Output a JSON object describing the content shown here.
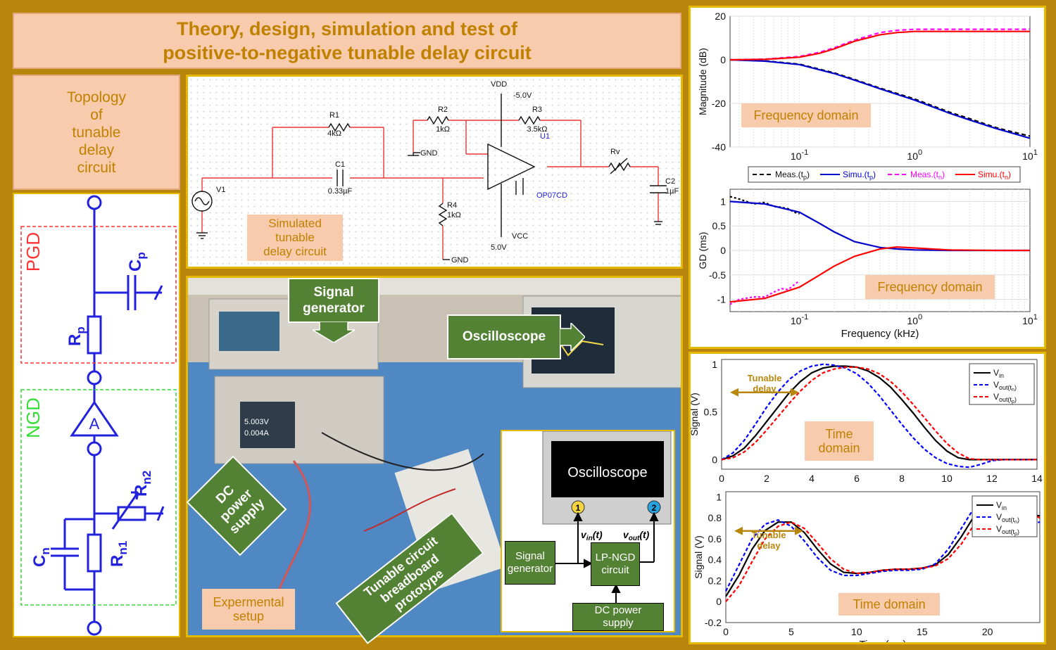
{
  "title": "Theory, design, simulation and test of\npositive-to-negative tunable delay circuit",
  "topology_label": "Topology\nof\ntunable\ndelay\ncircuit",
  "topology_schematic": {
    "pgd_label": "PGD",
    "ngd_label": "NGD",
    "cp_label": "C",
    "cp_sub": "p",
    "rp_label": "R",
    "rp_sub": "p",
    "amp_label": "A",
    "rn2_label": "R",
    "rn2_sub": "n2",
    "rn1_label": "R",
    "rn1_sub": "n1",
    "cn_label": "C",
    "cn_sub": "n"
  },
  "sim_circuit": {
    "label": "Simulated\ntunable\ndelay circuit",
    "vdd": "VDD",
    "vdd_val": "-5.0V",
    "vcc": "VCC",
    "vcc_val": "5.0V",
    "r1": "R1",
    "r1_val": "4kΩ",
    "c1": "C1",
    "c1_val": "0.33µF",
    "r2": "R2",
    "r2_val": "1kΩ",
    "r3": "R3",
    "r3_val": "3.5kΩ",
    "u1": "U1",
    "opamp": "OP07CD",
    "r4": "R4",
    "r4_val": "1kΩ",
    "rv": "Rv",
    "c2": "C2",
    "c2_val": "1µF",
    "v1": "V1",
    "gnd": "GND"
  },
  "photo": {
    "signal_generator": "Signal\ngenerator",
    "oscilloscope": "Oscilloscope",
    "dc_supply": "DC\npower\nsupply",
    "breadboard": "Tunable circuit\nbreadboard\nprototype",
    "setup_label": "Expermental\nsetup",
    "screen_v1": "5.003V",
    "screen_v2": "0.004A",
    "block": {
      "osc": "Oscilloscope",
      "ch1": "1",
      "ch2": "2",
      "vin": "v",
      "vin_sub": "in",
      "vin_t": "(t)",
      "vout": "v",
      "vout_sub": "out",
      "vout_t": "(t)",
      "sig": "Signal\ngenerator",
      "lp": "LP-NGD\ncircuit",
      "dc": "DC power\nsupply"
    }
  },
  "chart_data": [
    {
      "type": "line",
      "ylabel": "Magnitude (dB)",
      "xscale": "log",
      "xlim": [
        0.025,
        10
      ],
      "ylim": [
        -40,
        20
      ],
      "yticks": [
        20,
        0,
        -20,
        -40
      ],
      "xticks": [
        0.1,
        1,
        10
      ],
      "xtick_labels": [
        "10",
        "10",
        "10"
      ],
      "xtick_exps": [
        "-1",
        "0",
        "1"
      ],
      "annotation": "Frequency domain",
      "grid": true,
      "series": [
        {
          "name": "Meas.(t",
          "sub": "p",
          "suffix": ")",
          "color": "#000000",
          "dash": "6,4",
          "x": [
            0.025,
            0.05,
            0.1,
            0.2,
            0.3,
            0.5,
            1,
            2,
            3,
            5,
            7,
            10
          ],
          "y": [
            0,
            -0.5,
            -2,
            -6,
            -9,
            -13,
            -18,
            -24,
            -27,
            -31,
            -33,
            -35
          ]
        },
        {
          "name": "Simu.(t",
          "sub": "p",
          "suffix": ")",
          "color": "#0000cc",
          "dash": "",
          "x": [
            0.025,
            0.05,
            0.1,
            0.2,
            0.3,
            0.5,
            1,
            2,
            3,
            5,
            7,
            10
          ],
          "y": [
            0,
            -0.6,
            -2.2,
            -6.3,
            -9.3,
            -13.3,
            -18.5,
            -24.5,
            -27.6,
            -31.4,
            -33.6,
            -36
          ]
        },
        {
          "name": "Meas.(t",
          "sub": "n",
          "suffix": ")",
          "color": "#ff00ff",
          "dash": "6,4",
          "x": [
            0.025,
            0.05,
            0.1,
            0.15,
            0.2,
            0.3,
            0.5,
            0.7,
            1,
            2,
            5,
            10
          ],
          "y": [
            0,
            0.3,
            1.5,
            3.5,
            5.5,
            9,
            12.5,
            13.5,
            14,
            14,
            14,
            14
          ]
        },
        {
          "name": "Simu.(t",
          "sub": "n",
          "suffix": ")",
          "color": "#ff0000",
          "dash": "",
          "x": [
            0.025,
            0.05,
            0.1,
            0.15,
            0.2,
            0.3,
            0.5,
            0.7,
            1,
            2,
            5,
            10
          ],
          "y": [
            0,
            0.2,
            1.2,
            3,
            5,
            8.5,
            11.5,
            12.5,
            13,
            13,
            13,
            13
          ]
        }
      ]
    },
    {
      "type": "line",
      "ylabel": "GD (ms)",
      "xlabel": "Frequency (kHz)",
      "xscale": "log",
      "xlim": [
        0.025,
        10
      ],
      "ylim": [
        -1.25,
        1.25
      ],
      "yticks": [
        1,
        0.5,
        0,
        -0.5,
        -1
      ],
      "xticks": [
        0.1,
        1,
        10
      ],
      "xtick_labels": [
        "10",
        "10",
        "10"
      ],
      "xtick_exps": [
        "-1",
        "0",
        "1"
      ],
      "annotation": "Frequency domain",
      "grid": true,
      "series": [
        {
          "name": "Meas.(tp)",
          "color": "#000000",
          "dash": "3,3",
          "x": [
            0.025,
            0.03,
            0.04,
            0.05,
            0.06,
            0.07,
            0.08,
            0.09,
            0.1
          ],
          "y": [
            1.1,
            1.05,
            0.95,
            0.98,
            0.9,
            0.88,
            0.85,
            0.78,
            0.75
          ]
        },
        {
          "name": "Simu.(tp)",
          "color": "#0000cc",
          "dash": "",
          "x": [
            0.025,
            0.05,
            0.1,
            0.15,
            0.2,
            0.3,
            0.5,
            0.7,
            1,
            2,
            5,
            10
          ],
          "y": [
            1,
            0.95,
            0.78,
            0.55,
            0.38,
            0.18,
            0.06,
            0.03,
            0.01,
            0,
            0,
            0
          ]
        },
        {
          "name": "Meas.(tn)",
          "color": "#ff00ff",
          "dash": "3,3",
          "x": [
            0.025,
            0.03,
            0.04,
            0.05,
            0.06,
            0.07,
            0.08,
            0.09,
            0.1
          ],
          "y": [
            -1.1,
            -1.0,
            -0.95,
            -0.95,
            -0.85,
            -0.78,
            -0.8,
            -0.7,
            -0.62
          ]
        },
        {
          "name": "Simu.(tn)",
          "color": "#ff0000",
          "dash": "",
          "x": [
            0.025,
            0.05,
            0.1,
            0.15,
            0.2,
            0.3,
            0.5,
            0.7,
            1,
            2,
            5,
            10
          ],
          "y": [
            -1.05,
            -0.98,
            -0.75,
            -0.5,
            -0.32,
            -0.12,
            0.03,
            0.07,
            0.05,
            0.01,
            0,
            0
          ]
        }
      ]
    },
    {
      "type": "line",
      "ylabel": "Signal (V)",
      "xlim": [
        0,
        14
      ],
      "ylim": [
        -0.1,
        1.05
      ],
      "yticks": [
        1,
        0.5,
        0
      ],
      "xticks": [
        0,
        2,
        4,
        6,
        8,
        10,
        12,
        14
      ],
      "annotation": "Time\ndomain",
      "tunable_delay": "Tunable\ndelay",
      "grid": false,
      "legend": [
        {
          "label": "V",
          "sub": "in",
          "color": "#000000",
          "dash": ""
        },
        {
          "label": "V",
          "sub": "out",
          "sub2": "(t",
          "sub3": "n",
          "color": "#0000ff",
          "dash": "5,3"
        },
        {
          "label": "V",
          "sub": "out",
          "sub2": "(t",
          "sub3": "p",
          "color": "#ff0000",
          "dash": "5,3"
        }
      ],
      "series": [
        {
          "name": "Vin",
          "color": "#000000",
          "dash": "",
          "x": [
            0,
            0.5,
            1,
            1.5,
            2,
            2.5,
            3,
            3.5,
            4,
            4.5,
            5,
            5.5,
            6,
            6.5,
            7,
            7.5,
            8,
            8.5,
            9,
            9.5,
            10,
            10.5,
            11,
            11.5,
            12,
            12.5,
            13,
            13.5,
            14
          ],
          "y": [
            0,
            0.04,
            0.12,
            0.25,
            0.4,
            0.55,
            0.7,
            0.82,
            0.91,
            0.96,
            0.98,
            0.98,
            0.97,
            0.93,
            0.86,
            0.76,
            0.63,
            0.49,
            0.34,
            0.2,
            0.09,
            0.02,
            0,
            0,
            0,
            0,
            0,
            0,
            0
          ]
        },
        {
          "name": "Vout(tn)",
          "color": "#0000ff",
          "dash": "5,3",
          "x": [
            0,
            0.5,
            1,
            1.5,
            2,
            2.5,
            3,
            3.5,
            4,
            4.5,
            5,
            5.5,
            6,
            6.5,
            7,
            7.5,
            8,
            8.5,
            9,
            9.5,
            10,
            10.5,
            11,
            11.5,
            12,
            12.5,
            13,
            13.5,
            14
          ],
          "y": [
            0,
            0.07,
            0.2,
            0.37,
            0.55,
            0.71,
            0.84,
            0.93,
            0.98,
            1.0,
            0.99,
            0.96,
            0.9,
            0.8,
            0.67,
            0.52,
            0.37,
            0.23,
            0.11,
            0.02,
            -0.04,
            -0.07,
            -0.08,
            -0.05,
            -0.01,
            0,
            0,
            0,
            0
          ]
        },
        {
          "name": "Vout(tp)",
          "color": "#ff0000",
          "dash": "5,3",
          "x": [
            0,
            0.5,
            1,
            1.5,
            2,
            2.5,
            3,
            3.5,
            4,
            4.5,
            5,
            5.5,
            6,
            6.5,
            7,
            7.5,
            8,
            8.5,
            9,
            9.5,
            10,
            10.5,
            11,
            11.5,
            12,
            12.5,
            13,
            13.5,
            14
          ],
          "y": [
            0,
            0.02,
            0.08,
            0.18,
            0.31,
            0.45,
            0.59,
            0.72,
            0.83,
            0.91,
            0.95,
            0.97,
            0.97,
            0.95,
            0.9,
            0.82,
            0.71,
            0.58,
            0.44,
            0.3,
            0.17,
            0.07,
            0.01,
            0,
            0,
            0,
            0,
            0,
            0
          ]
        }
      ]
    },
    {
      "type": "line",
      "ylabel": "Signal  (V)",
      "xlabel": "Time (ms)",
      "xlim": [
        0,
        24
      ],
      "ylim": [
        -0.2,
        1.05
      ],
      "yticks": [
        1,
        0.8,
        0.6,
        0.4,
        0.2,
        0,
        -0.2
      ],
      "xticks": [
        0,
        5,
        10,
        15,
        20
      ],
      "annotation": "Time domain",
      "tunable_delay": "Tunable\ndelay",
      "grid": false,
      "legend": [
        {
          "label": "V",
          "sub": "in",
          "color": "#000000",
          "dash": ""
        },
        {
          "label": "V",
          "sub": "out",
          "sub2": "(t",
          "sub3": "n",
          "color": "#0000ff",
          "dash": "5,3"
        },
        {
          "label": "V",
          "sub": "out",
          "sub2": "(t",
          "sub3": "p",
          "color": "#ff0000",
          "dash": "5,3"
        }
      ],
      "series": [
        {
          "name": "Vin",
          "color": "#000000",
          "dash": "",
          "x": [
            0,
            1,
            2,
            3,
            4,
            5,
            6,
            7,
            8,
            9,
            10,
            11,
            12,
            13,
            14,
            15,
            16,
            17,
            18,
            19,
            20,
            21,
            22,
            23,
            24
          ],
          "y": [
            0.05,
            0.25,
            0.5,
            0.68,
            0.76,
            0.76,
            0.66,
            0.5,
            0.36,
            0.28,
            0.27,
            0.28,
            0.3,
            0.31,
            0.31,
            0.32,
            0.35,
            0.45,
            0.62,
            0.82,
            0.96,
            0.97,
            0.9,
            0.83,
            0.82
          ]
        },
        {
          "name": "Vout(tn)",
          "color": "#0000ff",
          "dash": "5,3",
          "x": [
            0,
            1,
            2,
            3,
            4,
            5,
            6,
            7,
            8,
            9,
            10,
            11,
            12,
            13,
            14,
            15,
            16,
            17,
            18,
            19,
            20,
            21,
            22,
            23,
            24
          ],
          "y": [
            0.1,
            0.35,
            0.6,
            0.74,
            0.78,
            0.72,
            0.58,
            0.42,
            0.3,
            0.25,
            0.25,
            0.27,
            0.29,
            0.3,
            0.3,
            0.31,
            0.36,
            0.5,
            0.7,
            0.9,
            0.98,
            0.93,
            0.78,
            0.74,
            0.76
          ]
        },
        {
          "name": "Vout(tp)",
          "color": "#ff0000",
          "dash": "5,3",
          "x": [
            0,
            1,
            2,
            3,
            4,
            5,
            6,
            7,
            8,
            9,
            10,
            11,
            12,
            13,
            14,
            15,
            16,
            17,
            18,
            19,
            20,
            21,
            22,
            23,
            24
          ],
          "y": [
            0,
            0.15,
            0.38,
            0.6,
            0.72,
            0.76,
            0.7,
            0.56,
            0.41,
            0.31,
            0.27,
            0.28,
            0.3,
            0.31,
            0.31,
            0.32,
            0.34,
            0.41,
            0.55,
            0.74,
            0.9,
            0.97,
            0.95,
            0.86,
            0.8
          ]
        }
      ]
    }
  ]
}
